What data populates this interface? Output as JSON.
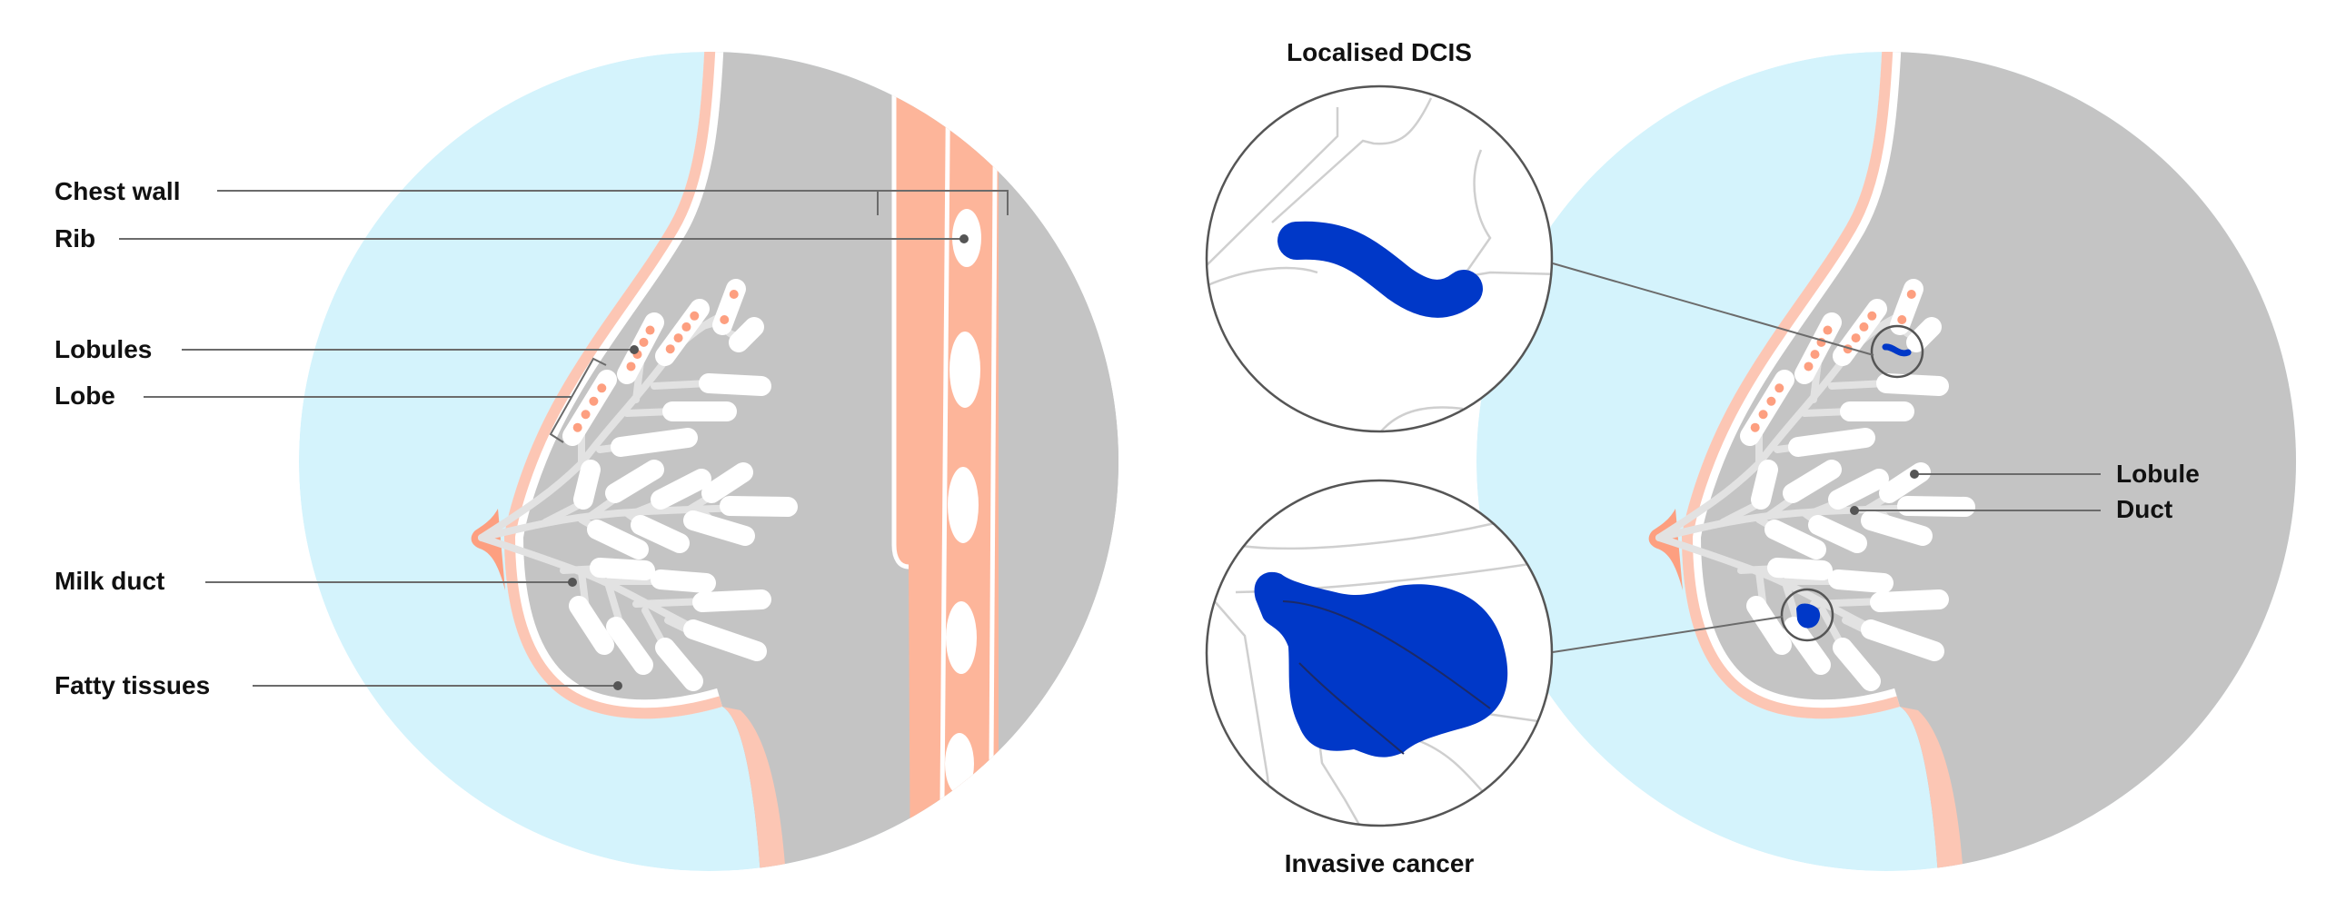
{
  "labels_left": {
    "chest_wall": "Chest wall",
    "rib": "Rib",
    "lobules": "Lobules",
    "lobe": "Lobe",
    "milk_duct": "Milk duct",
    "fatty_tissues": "Fatty tissues"
  },
  "insets": {
    "dcis_title": "Localised DCIS",
    "invasive_title": "Invasive cancer"
  },
  "labels_right": {
    "lobule": "Lobule",
    "duct": "Duct"
  },
  "colors": {
    "background_blue": "#d4f3fc",
    "tissue_gray": "#c4c4c4",
    "skin": "#fcc6b4",
    "muscle": "#fdb59a",
    "nipple": "#fd9f80",
    "lobule_dot": "#fd9f80",
    "cancer_blue": "#0038c8"
  }
}
